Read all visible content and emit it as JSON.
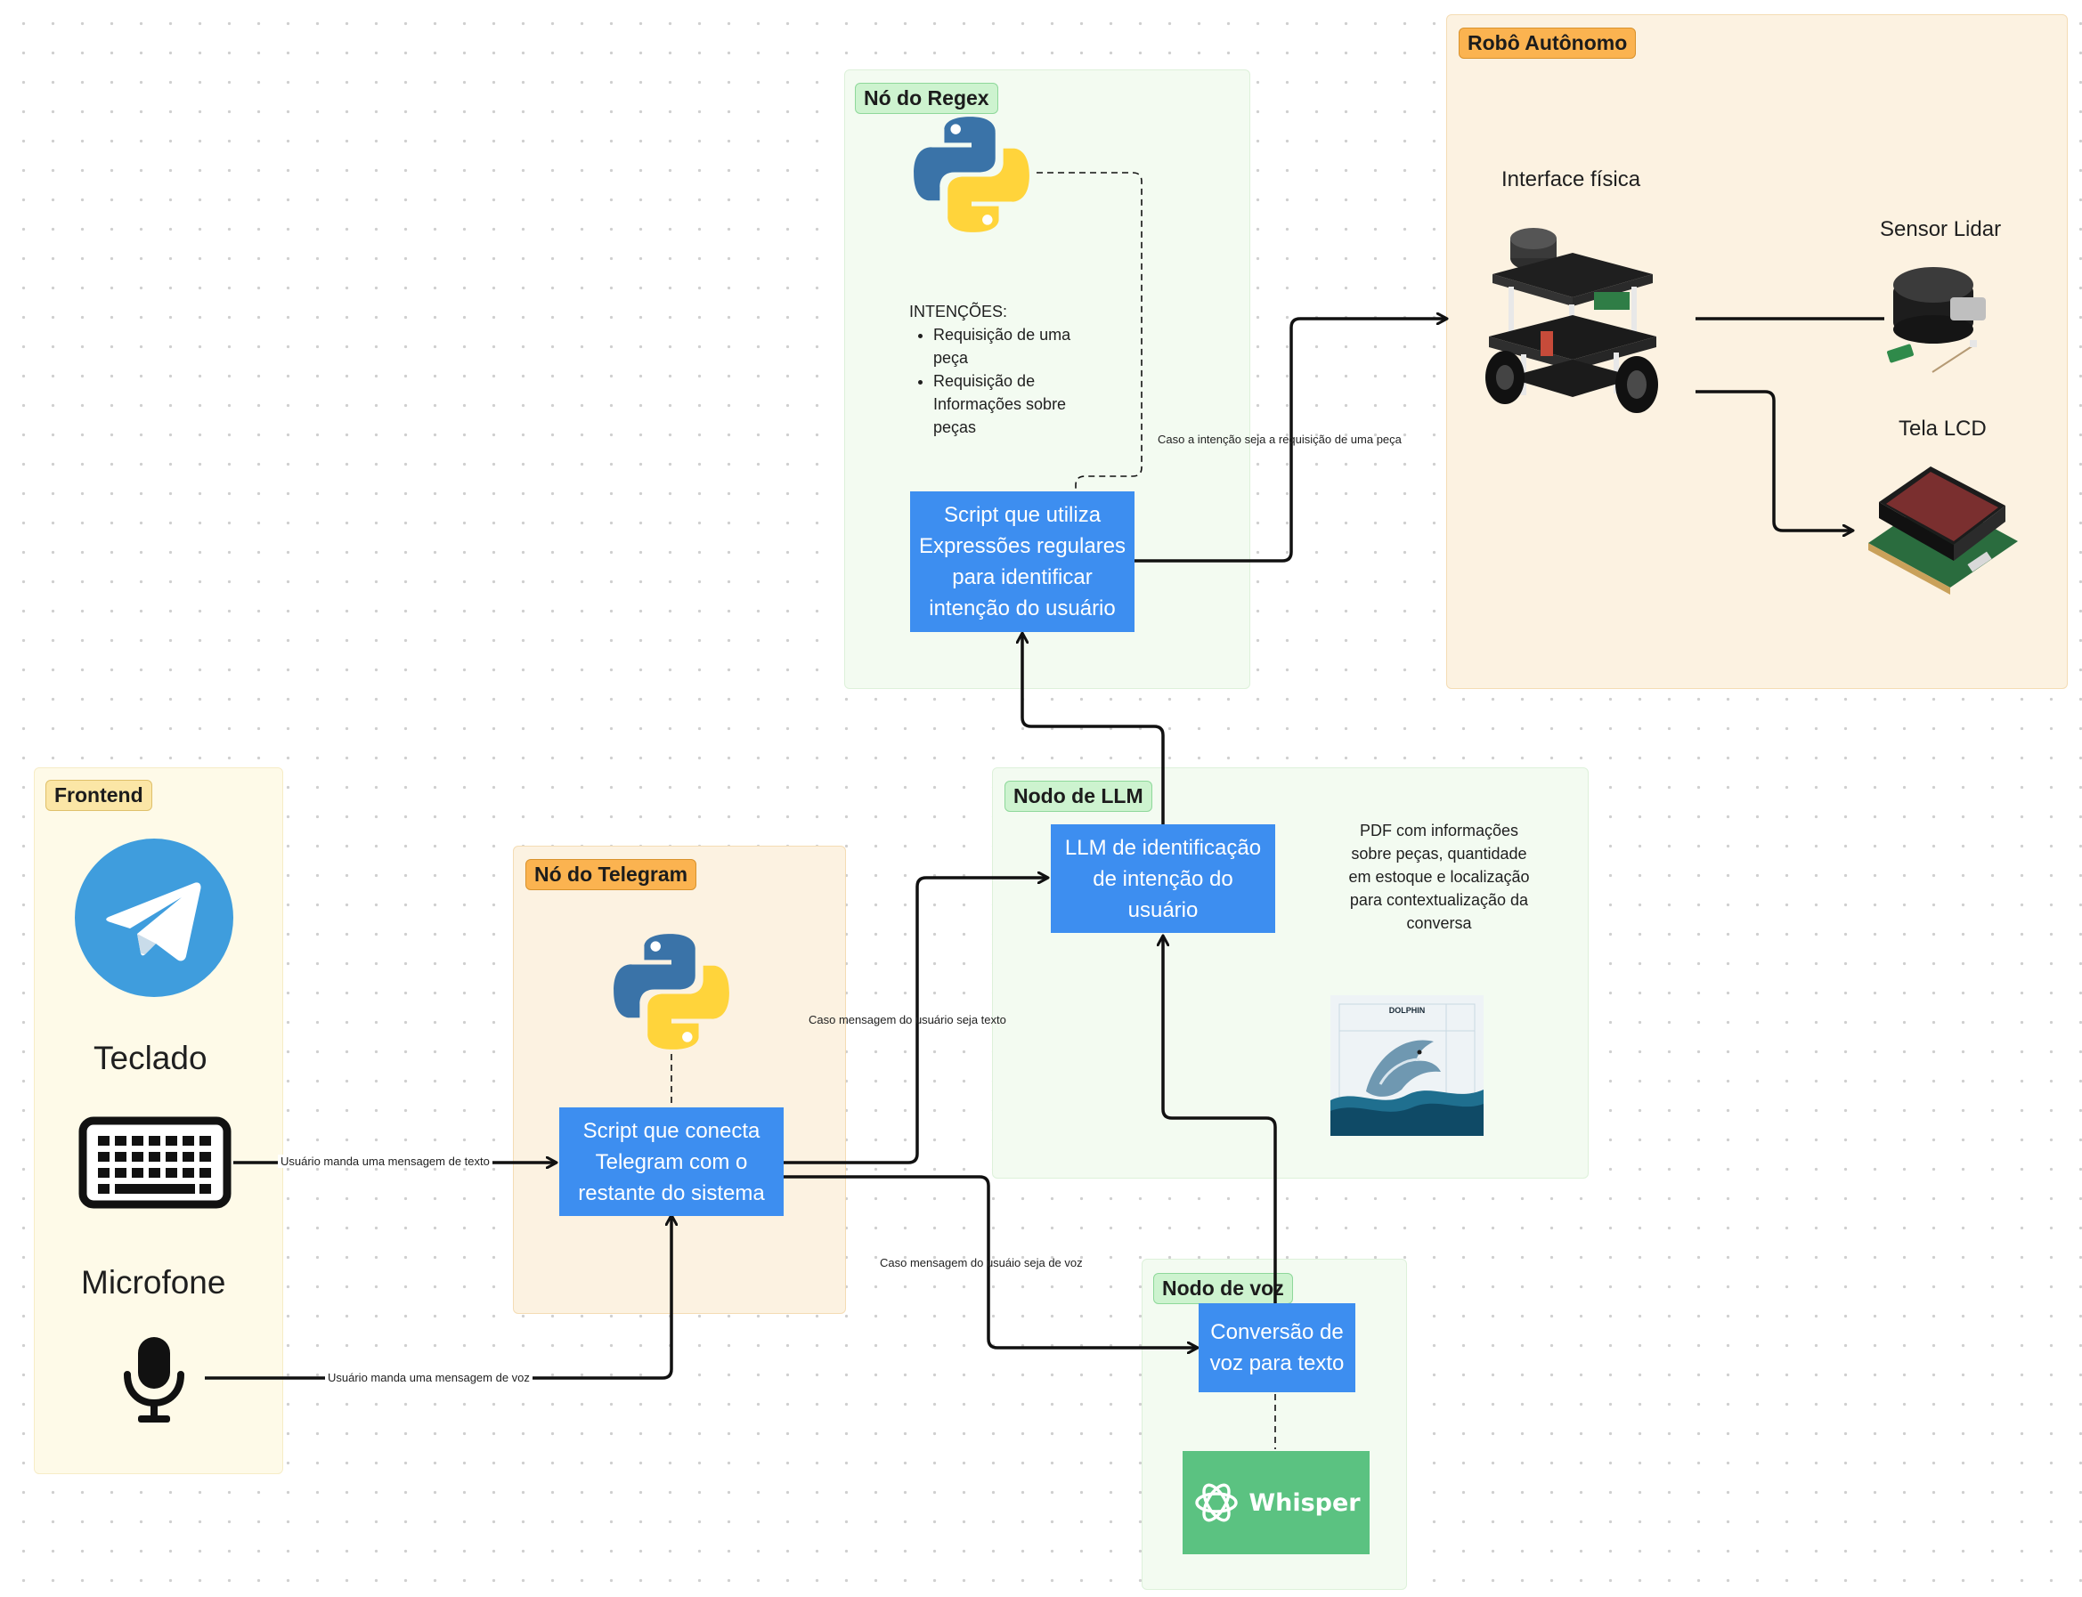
{
  "groups": {
    "regex": {
      "label": "Nó do Regex"
    },
    "robot": {
      "label": "Robô Autônomo"
    },
    "frontend": {
      "label": "Frontend"
    },
    "telegram": {
      "label": "Nó do Telegram"
    },
    "llm": {
      "label": "Nodo de LLM"
    },
    "voice": {
      "label": "Nodo de voz"
    }
  },
  "boxes": {
    "regex_script": "Script que utiliza\nExpressões regulares\npara identificar\nintenção do usuário",
    "telegram_script": "Script que conecta\nTelegram com o\nrestante do sistema",
    "llm_box": "LLM de identificação\nde intenção do\nusuário",
    "voice_box": "Conversão de\nvoz para texto"
  },
  "intents": {
    "title": "INTENÇÕES:",
    "items": [
      "Requisição de uma peça",
      "Requisição de Informações sobre peças"
    ]
  },
  "robot": {
    "interface_label": "Interface física",
    "lidar_label": "Sensor Lidar",
    "lcd_label": "Tela LCD"
  },
  "frontend": {
    "keyboard_label": "Teclado",
    "mic_label": "Microfone"
  },
  "llm_note": "PDF com informações sobre peças, quantidade em estoque e localização para contextualização da conversa",
  "dolphin_text": "DOLPHIN",
  "whisper_text": "Whisper",
  "edges": {
    "text_msg": "Usuário manda uma mensagem de texto",
    "voice_msg": "Usuário manda uma mensagem de voz",
    "text_case": "Caso mensagem do usuário seja texto",
    "voice_case": "Caso mensagem do usuáio seja de voz",
    "request_case": "Caso a intenção seja a requisição de uma peça"
  },
  "colors": {
    "box_blue": "#3d8ef0",
    "python_blue": "#3a73a8",
    "python_yellow": "#ffd43b",
    "telegram_blue": "#3f9ddd",
    "whisper_green": "#5bc281"
  }
}
